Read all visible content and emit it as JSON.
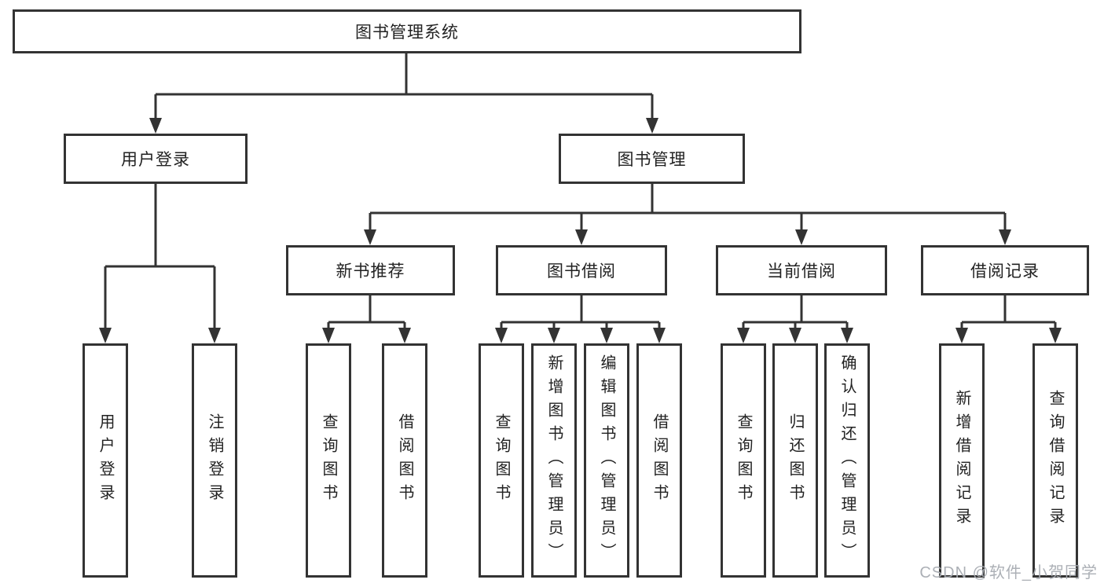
{
  "nodes": {
    "root": {
      "label": "图书管理系统"
    },
    "user_login": {
      "label": "用户登录",
      "children": [
        {
          "label": "用户登录"
        },
        {
          "label": "注销登录"
        }
      ]
    },
    "book_mgmt": {
      "label": "图书管理",
      "children": [
        {
          "label": "新书推荐",
          "children": [
            {
              "label": "查询图书"
            },
            {
              "label": "借阅图书"
            }
          ]
        },
        {
          "label": "图书借阅",
          "children": [
            {
              "label": "查询图书"
            },
            {
              "label": "新增图书（管理员）"
            },
            {
              "label": "编辑图书（管理员）"
            },
            {
              "label": "借阅图书"
            }
          ]
        },
        {
          "label": "当前借阅",
          "children": [
            {
              "label": "查询图书"
            },
            {
              "label": "归还图书"
            },
            {
              "label": "确认归还（管理员）"
            }
          ]
        },
        {
          "label": "借阅记录",
          "children": [
            {
              "label": "新增借阅记录"
            },
            {
              "label": "查询借阅记录"
            }
          ]
        }
      ]
    }
  },
  "watermark": {
    "text": "CSDN @软件_小贺同学",
    "color": "#a8acb2"
  },
  "colors": {
    "line": "#333333",
    "node_border": "#333333",
    "text": "#222222",
    "background": "#ffffff"
  }
}
